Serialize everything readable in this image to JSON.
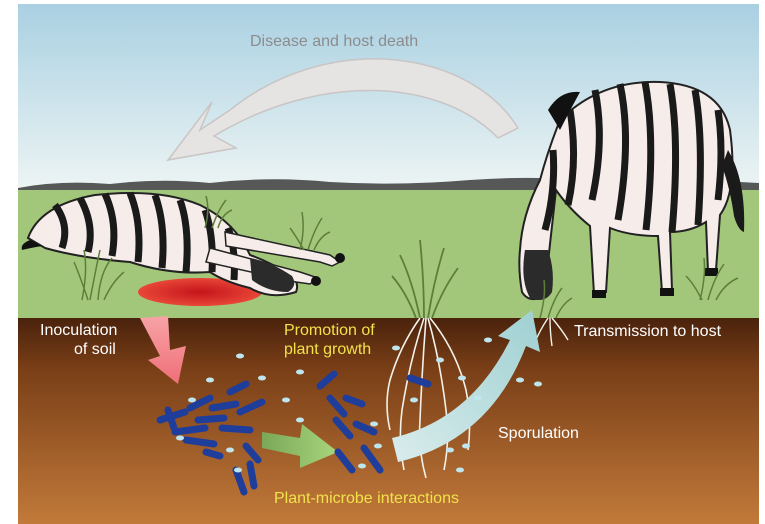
{
  "labels": {
    "disease": "Disease and host death",
    "inoculation_line1": "Inoculation",
    "inoculation_line2": "of soil",
    "promotion_line1": "Promotion of",
    "promotion_line2": "plant growth",
    "transmission": "Transmission to host",
    "sporulation": "Sporulation",
    "plant_microbe": "Plant-microbe interactions"
  },
  "icons": {
    "grazing_zebra": "zebra-icon",
    "dead_zebra": "zebra-carcass-icon",
    "blood": "blood-pool-icon",
    "grass": "grass-tuft-icon",
    "roots": "root-system-icon",
    "bacteria": "bacteria-icon",
    "spores": "spore-icon"
  },
  "colors": {
    "sky": "#cfe4ee",
    "grass": "#a3c77a",
    "soil_top": "#5a2d12",
    "soil_bottom": "#c27a3a",
    "bacteria": "#1f3d9a",
    "spore": "#bfe6ee",
    "arrow_disease": "#e6e3e3",
    "arrow_inoculation": "#f0868a",
    "arrow_interaction": "#8fbf62",
    "arrow_sporulation": "#bfe0e0",
    "blood": "#e0332a"
  }
}
